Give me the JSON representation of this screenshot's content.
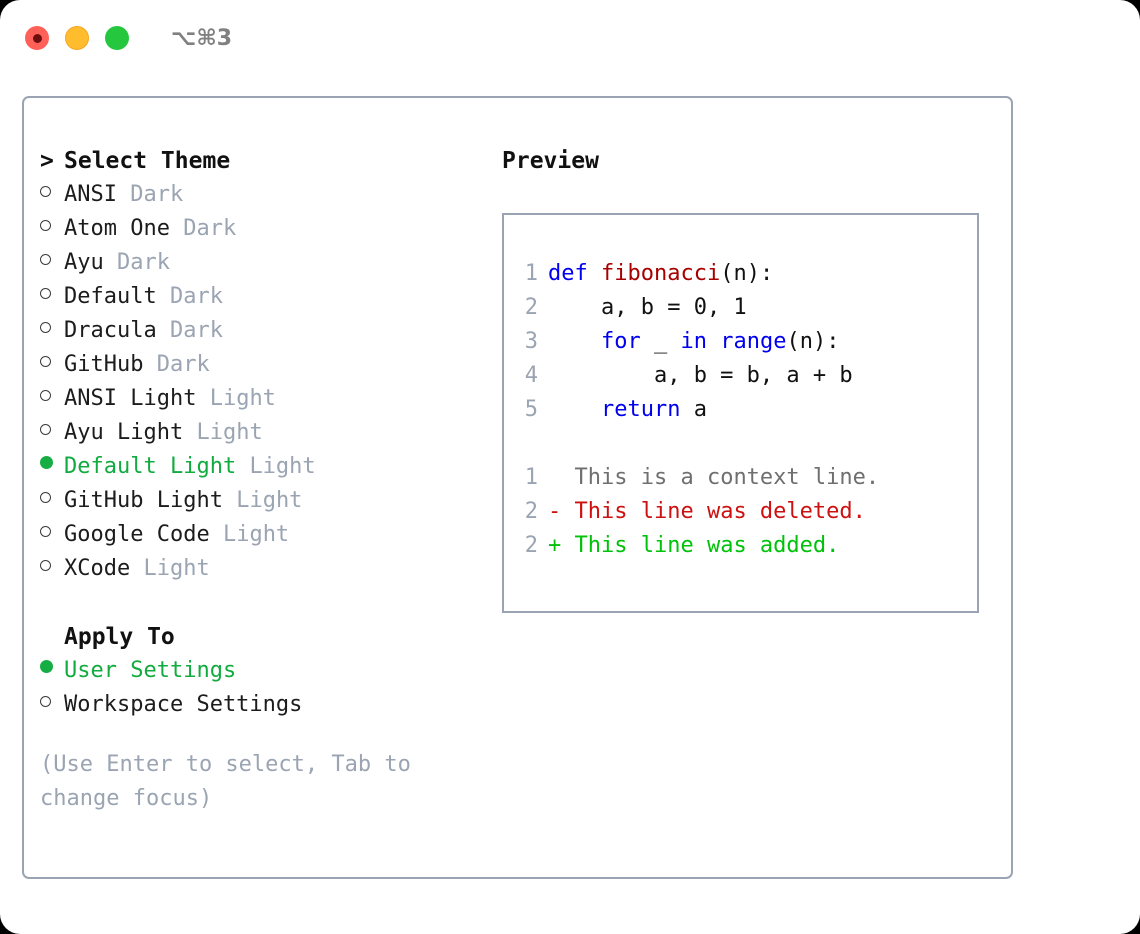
{
  "titlebar": {
    "shortcut": "⌥⌘3",
    "buttons": [
      {
        "name": "close",
        "color": "#ff6159"
      },
      {
        "name": "minimize",
        "color": "#ffbd2e"
      },
      {
        "name": "zoom",
        "color": "#25c73f"
      }
    ]
  },
  "colors": {
    "border": "#9aa4b2",
    "dim_text": "#9aa4b2",
    "selected_green": "#12ab3f",
    "keyword_blue": "#0000ee",
    "function_red": "#a80000",
    "diff_added": "#00c20a",
    "diff_deleted": "#cc1111",
    "diff_context": "#6f6f6f"
  },
  "theme_section": {
    "caret": ">",
    "header": "Select Theme",
    "items": [
      {
        "marker": "○",
        "name": "ANSI",
        "category": "Dark",
        "selected": false
      },
      {
        "marker": "○",
        "name": "Atom One",
        "category": "Dark",
        "selected": false
      },
      {
        "marker": "○",
        "name": "Ayu",
        "category": "Dark",
        "selected": false
      },
      {
        "marker": "○",
        "name": "Default",
        "category": "Dark",
        "selected": false
      },
      {
        "marker": "○",
        "name": "Dracula",
        "category": "Dark",
        "selected": false
      },
      {
        "marker": "○",
        "name": "GitHub",
        "category": "Dark",
        "selected": false
      },
      {
        "marker": "○",
        "name": "ANSI Light",
        "category": "Light",
        "selected": false
      },
      {
        "marker": "○",
        "name": "Ayu Light",
        "category": "Light",
        "selected": false
      },
      {
        "marker": "●",
        "name": "Default Light",
        "category": "Light",
        "selected": true
      },
      {
        "marker": "○",
        "name": "GitHub Light",
        "category": "Light",
        "selected": false
      },
      {
        "marker": "○",
        "name": "Google Code",
        "category": "Light",
        "selected": false
      },
      {
        "marker": "○",
        "name": "XCode",
        "category": "Light",
        "selected": false
      }
    ]
  },
  "apply_section": {
    "header": "Apply To",
    "items": [
      {
        "marker": "●",
        "name": "User Settings",
        "selected": true
      },
      {
        "marker": "○",
        "name": "Workspace Settings",
        "selected": false
      }
    ]
  },
  "hint": "(Use Enter to select, Tab to change focus)",
  "preview": {
    "title": "Preview",
    "code_lines": [
      {
        "no": "1",
        "tokens": [
          {
            "t": "def ",
            "c": "kw"
          },
          {
            "t": "fibonacci",
            "c": "fn"
          },
          {
            "t": "(n):",
            "c": "plain"
          }
        ]
      },
      {
        "no": "2",
        "tokens": [
          {
            "t": "    a, b = 0, 1",
            "c": "plain"
          }
        ]
      },
      {
        "no": "3",
        "tokens": [
          {
            "t": "    ",
            "c": "plain"
          },
          {
            "t": "for",
            "c": "kw"
          },
          {
            "t": " _ ",
            "c": "plain"
          },
          {
            "t": "in ",
            "c": "kw"
          },
          {
            "t": "range",
            "c": "kw"
          },
          {
            "t": "(n):",
            "c": "plain"
          }
        ]
      },
      {
        "no": "4",
        "tokens": [
          {
            "t": "        a, b = b, a + b",
            "c": "plain"
          }
        ]
      },
      {
        "no": "5",
        "tokens": [
          {
            "t": "    ",
            "c": "plain"
          },
          {
            "t": "return",
            "c": "kw"
          },
          {
            "t": " a",
            "c": "plain"
          }
        ]
      }
    ],
    "diff_lines": [
      {
        "no": "1",
        "sign": "  ",
        "text": "This is a context line.",
        "kind": "diff-ctx"
      },
      {
        "no": "2",
        "sign": "- ",
        "text": "This line was deleted.",
        "kind": "diff-del"
      },
      {
        "no": "2",
        "sign": "+ ",
        "text": "This line was added.",
        "kind": "diff-add"
      }
    ]
  }
}
